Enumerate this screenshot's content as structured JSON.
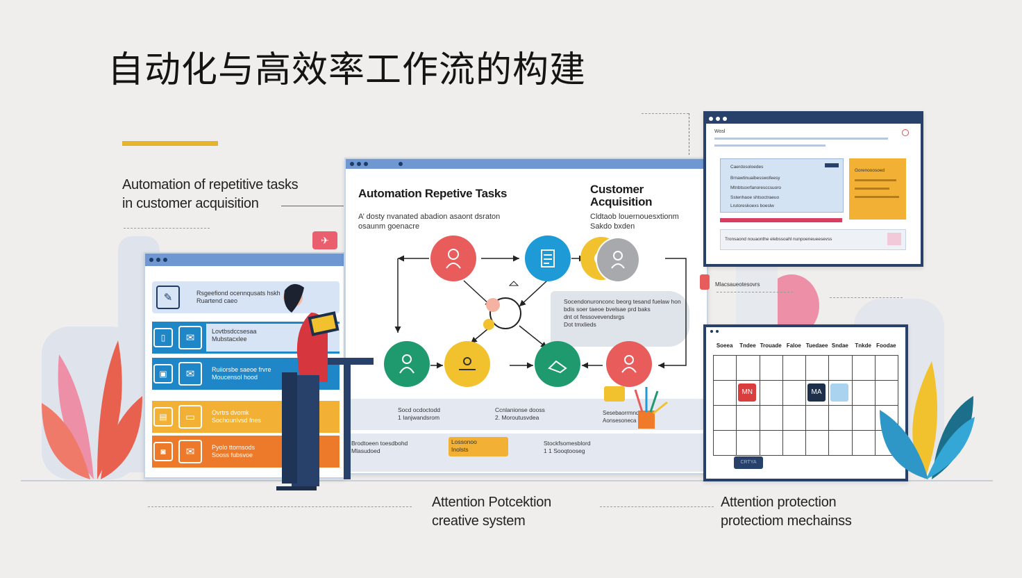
{
  "page": {
    "title": "自动化与高效率工作流的构建",
    "caption_left_line1": "Automation of repetitive tasks",
    "caption_left_line2": "in customer acquisition",
    "caption_bottom_center_line1": "Attention Potcektion",
    "caption_bottom_center_line2": "creative  system",
    "caption_bottom_right_line1": "Attention protection",
    "caption_bottom_right_line2": "protectiom mechainss"
  },
  "main_window": {
    "heading_left": "Automation Repetive Tasks",
    "sub_left_line1": "A’ dosty nvanated abadion asaont dsraton",
    "sub_left_line2": "osaunm goenacre",
    "heading_right_line1": "Customer",
    "heading_right_line2": "Acquisition",
    "sub_right_line1": "Cldtaob louernouesxtionm",
    "sub_right_line2": "Sakdo bxden",
    "side_note_line1": "Socendonuronconc beorg tesand fuelaw hon",
    "side_note_line2": "bdis soer taeoe bvelsae prd baks",
    "side_note_line3": "dnt ot fessovevendsrgs",
    "side_note_line4": "Dot tmxlieds",
    "footer_1_line1": "Socd ocdoctodd",
    "footer_1_line2": "Ianjwandsrom",
    "footer_1_num": "1",
    "footer_2_line1": "Ccnlanionse dooss",
    "footer_2_line2": "Moroutusvdea",
    "footer_2_num": "2.",
    "footer_3_line1": "Sesebaorrmnd",
    "footer_3_line2": "Aonsesoneca",
    "footer_4_line1": "Brodtoeen toesdbohd",
    "footer_4_line2": "Mlasudoed",
    "footer_5_line1": "Lossonoo",
    "footer_5_line2": "Inolsts",
    "footer_6_line1": "Stockfsomesblord",
    "footer_6_line2": "Sooqtooseg",
    "footer_6_num": "1 1"
  },
  "left_window": {
    "row1_line1": "Rsgeefiond ocennqusats hskh",
    "row1_line2": "Ruartend caeo",
    "row2_line1": "Lovtbsdccsesaa",
    "row2_line2": "Mubstacxlee",
    "row3_line1": "Ruiiorsbe saeoe frvre",
    "row3_line2": "Moucensol hood",
    "row4_line1": "Ovrtrs dvomk",
    "row4_line2": "Sochounlvsd fnes",
    "row5_line1": "Pyolo ttornsods",
    "row5_line2": "Sooss fubsvoe"
  },
  "right_top_window": {
    "header": "Wosl",
    "card_title": "Caerdosoloedes",
    "card_orange_title": "Gorenooosoed",
    "line1": "Brnawtinuaibesswofeesy",
    "line2": "Mtnbtsoxrfanoresccsuoro",
    "line3": "Sstenhaoe shtsoctraeuo",
    "line4": "Lrutoreskoexs boeslw",
    "footer": "Tronsaond nouaonthe elebssoahl nunpoeneueesevss"
  },
  "calendar": {
    "days": [
      "Soeea",
      "Tndee",
      "Trouade",
      "Faloe",
      "Tuedaee",
      "Sndae",
      "Tnkde",
      "Foodae"
    ],
    "badge_red": "MN",
    "badge_navy": "MA",
    "button": "CRTYA"
  },
  "connector_note": "Mlacsaueotesovrs",
  "colors": {
    "accent_yellow": "#e6b42a",
    "navy": "#27416a",
    "red": "#e85c5c",
    "blue": "#1e9ad6",
    "yellow": "#f2c12e",
    "green": "#1f9a6e",
    "orange": "#ef8a2a",
    "pink": "#e97aa0"
  }
}
